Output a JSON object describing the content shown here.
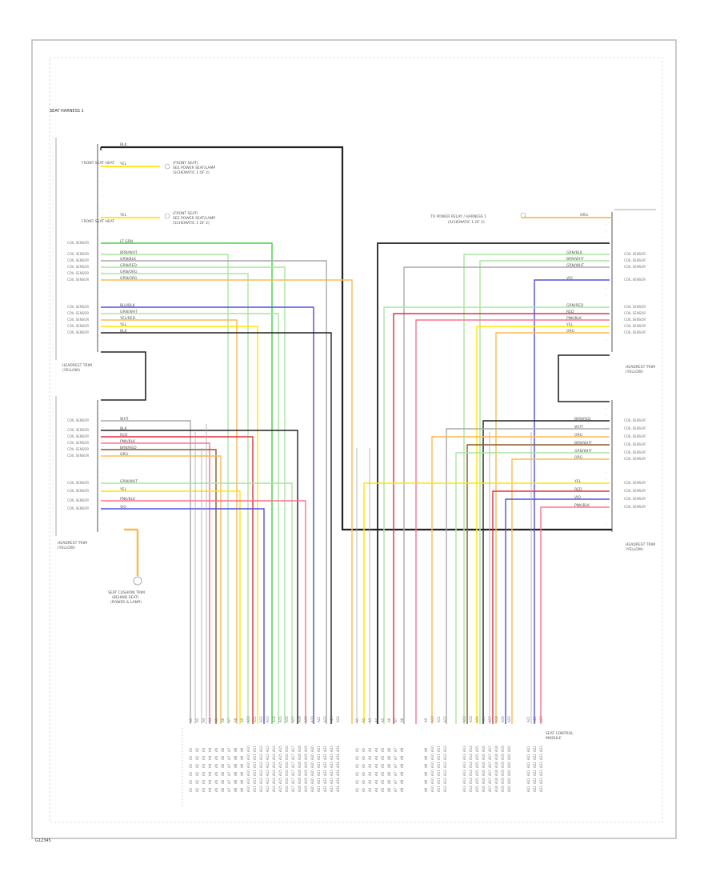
{
  "colors": {
    "black": "#222222",
    "gray": "#aaaaaa",
    "yellow": "#ffe600",
    "green": "#3cd23c",
    "lightgreen": "#a8e6a0",
    "orange": "#ffb84d",
    "violet": "#5050e0",
    "red": "#e03040",
    "pink": "#ff7090",
    "brown": "#8b5a2b",
    "white": "#e8e8e8"
  },
  "labels": {
    "left_harness": "SEAT HARNESS 1",
    "left_relay_1": "FRONT SEAT HEAT",
    "left_relay_2": "FRONT SEAT HEAT",
    "left_ref_1": "(FRONT SEAT)",
    "left_ref_1b": "SEE POWER SEAT/LAMP",
    "left_ref_1c": "(SCHEMATIC 1 OF 2)",
    "left_ref_2": "(FRONT SEAT)",
    "left_ref_2b": "SEE POWER SEAT/LAMP",
    "left_ref_2c": "(SCHEMATIC 1 OF 2)",
    "right_ref": "TO POWER RELAY / HARNESS 1",
    "right_ref_b": "(SCHEMATIC 1 OF 2)",
    "left_conn_a": "HEADREST TRIM",
    "left_conn_a2": "(YELLOW)",
    "left_conn_b": "HEADREST TRIM",
    "left_conn_b2": "(YELLOW)",
    "right_conn_a": "HEADREST TRIM",
    "right_conn_a2": "(YELLOW)",
    "right_conn_b": "HEADREST TRIM",
    "right_conn_b2": "(YELLOW)",
    "ground_label": "SEAT CUSHION TRIM",
    "ground_label2": "(BEHIND SEAT)",
    "ground_label3": "(POWER & LAMP)",
    "module_label": "SEAT CONTROL",
    "module_label2": "MODULE",
    "footer": "G12345"
  },
  "wire_names": {
    "blk": "BLK",
    "yel": "YEL",
    "lt_grn": "LT GRN",
    "brn_wht": "BRN/WHT",
    "grn_blk": "GRN/BLK",
    "grn_red": "GRN/RED",
    "grn_org": "GRN/ORG",
    "blu_blk": "BLU/BLK",
    "grn_wht": "GRN/WHT",
    "yel_red": "YEL/RED",
    "brn_wht2": "BRN/WHT",
    "org": "ORG",
    "wht": "WHT",
    "red": "RED",
    "pnk_blk": "PNK/BLK",
    "brn_red": "BRN/RED",
    "vio": "VIO",
    "sensor": "COIL SENSOR"
  },
  "pin_labels": [
    "A1",
    "A2",
    "A3",
    "A4",
    "A5",
    "A6",
    "A7",
    "A8",
    "A9",
    "A10",
    "A11",
    "A12",
    "A13",
    "A14",
    "A15",
    "A16",
    "A17",
    "A18",
    "A19",
    "A20",
    "A21",
    "A22",
    "A23",
    "A24"
  ]
}
